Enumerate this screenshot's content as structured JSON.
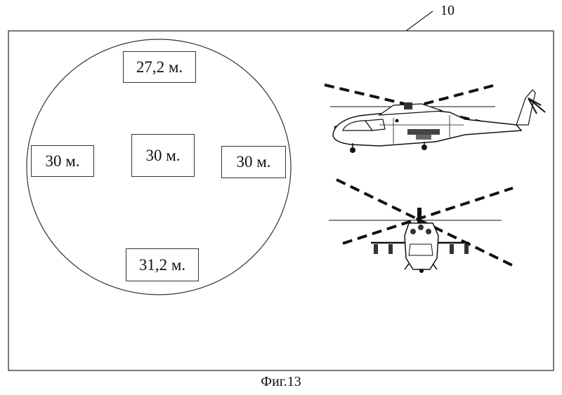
{
  "figure": {
    "reference_numeral": "10",
    "caption": "Фиг.13"
  },
  "zone": {
    "distances": {
      "top": "27,2 м.",
      "left": "30 м.",
      "center": "30 м.",
      "right": "30 м.",
      "bottom": "31,2 м."
    }
  },
  "icons": {
    "side_view": "helicopter-side-view-icon",
    "front_view": "helicopter-front-view-icon"
  },
  "colors": {
    "line": "#222222",
    "background": "#ffffff"
  }
}
